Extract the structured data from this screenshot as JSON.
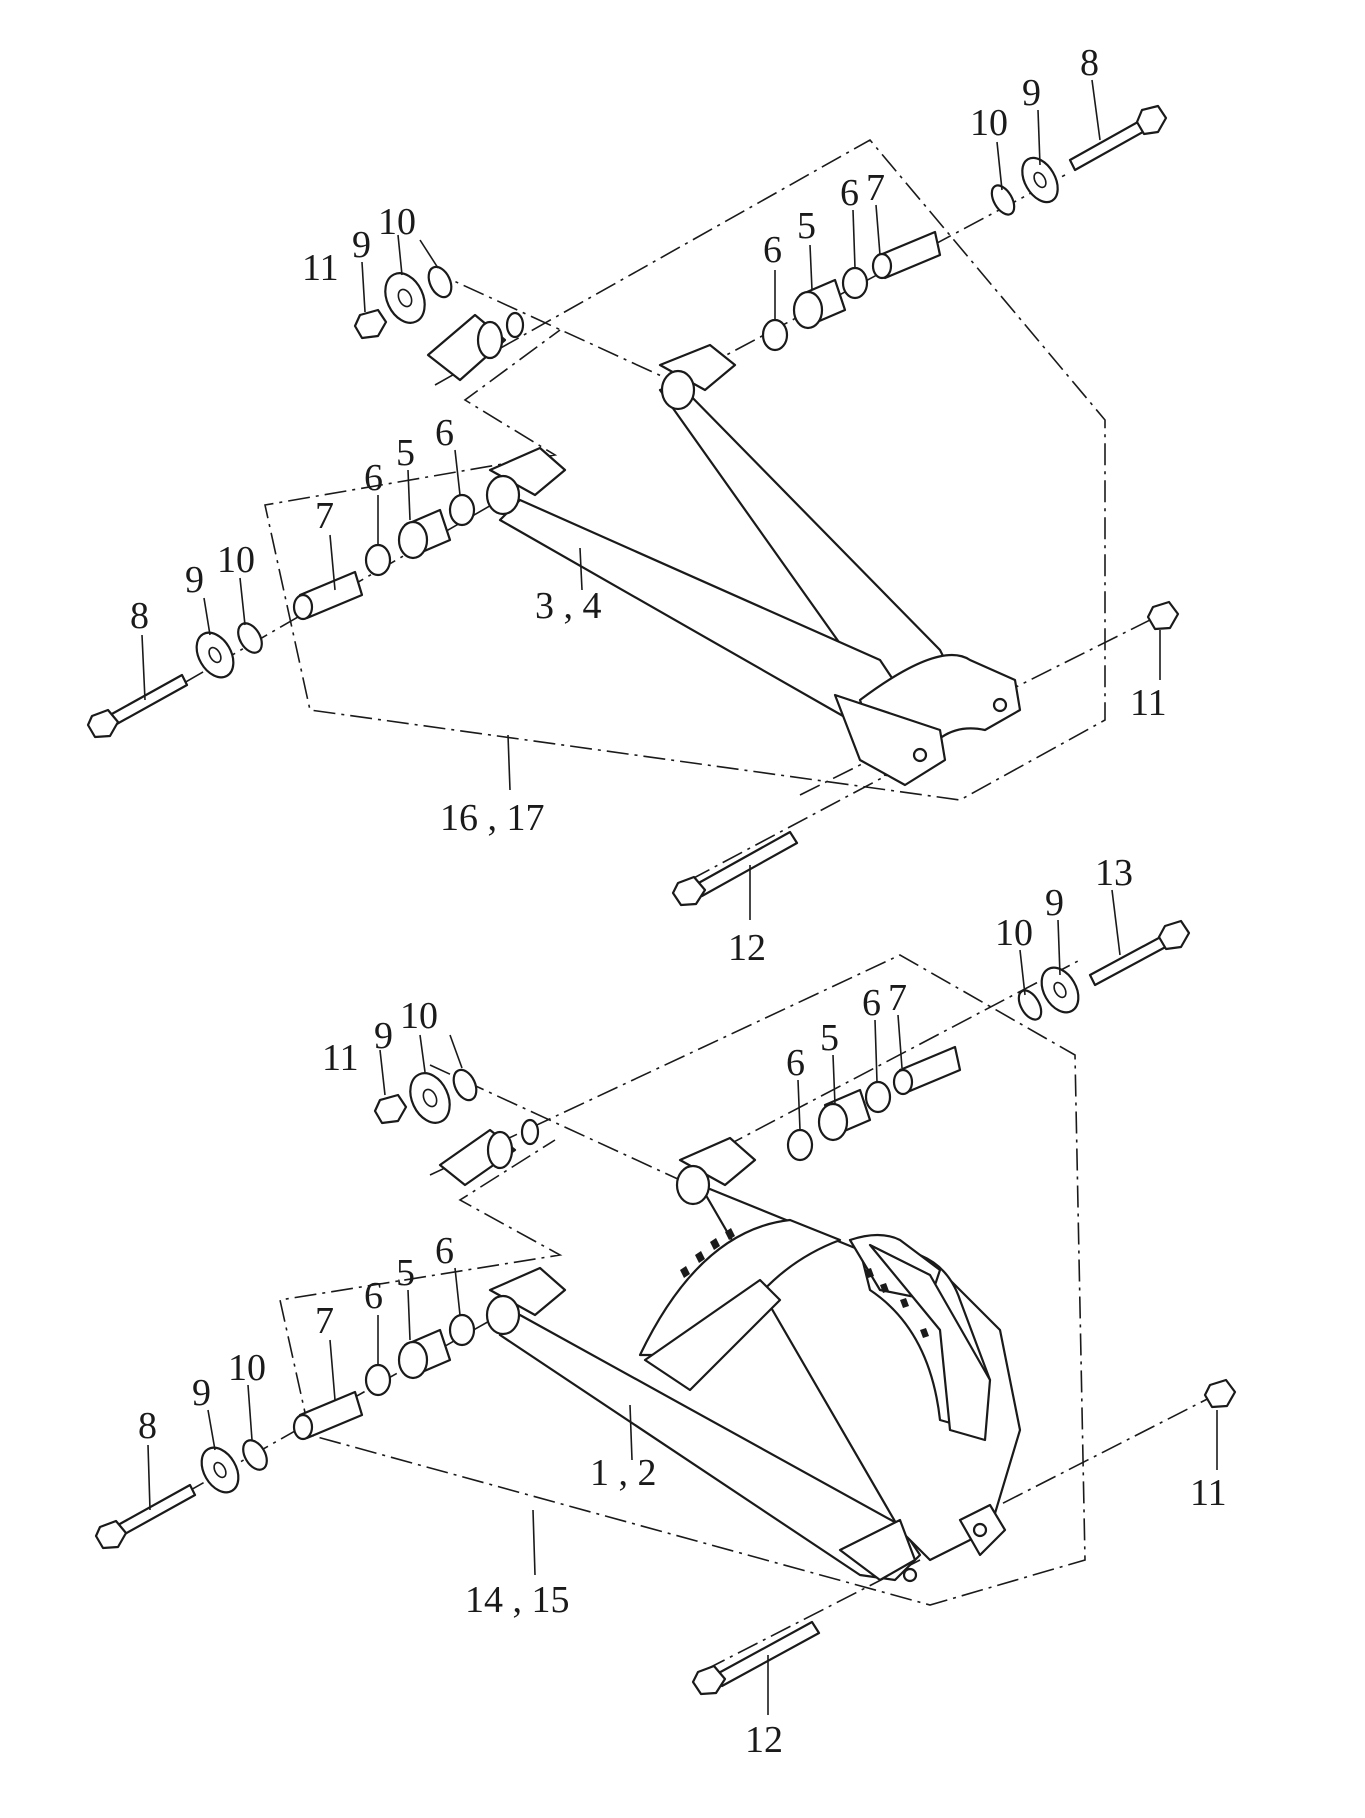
{
  "upper_assembly": {
    "callouts": [
      {
        "id": "u-8-right",
        "text": "8"
      },
      {
        "id": "u-10-right",
        "text": "10"
      },
      {
        "id": "u-9-right",
        "text": "9"
      },
      {
        "id": "u-6-right-a",
        "text": "6"
      },
      {
        "id": "u-5-right",
        "text": "5"
      },
      {
        "id": "u-6-right-b",
        "text": "6"
      },
      {
        "id": "u-7-right",
        "text": "7"
      },
      {
        "id": "u-11-left",
        "text": "11"
      },
      {
        "id": "u-9-left",
        "text": "9"
      },
      {
        "id": "u-10-left",
        "text": "10"
      },
      {
        "id": "u-7-left",
        "text": "7"
      },
      {
        "id": "u-6-left-a",
        "text": "6"
      },
      {
        "id": "u-5-left",
        "text": "5"
      },
      {
        "id": "u-6-left-b",
        "text": "6"
      },
      {
        "id": "u-8-left",
        "text": "8"
      },
      {
        "id": "u-9-far-left",
        "text": "9"
      },
      {
        "id": "u-10-far-left",
        "text": "10"
      },
      {
        "id": "u-arm",
        "text": "3 , 4"
      },
      {
        "id": "u-11-right",
        "text": "11"
      },
      {
        "id": "u-kit",
        "text": "16 , 17"
      },
      {
        "id": "u-12",
        "text": "12"
      }
    ]
  },
  "lower_assembly": {
    "callouts": [
      {
        "id": "l-13",
        "text": "13"
      },
      {
        "id": "l-10-right",
        "text": "10"
      },
      {
        "id": "l-9-right",
        "text": "9"
      },
      {
        "id": "l-6-right-a",
        "text": "6"
      },
      {
        "id": "l-5-right",
        "text": "5"
      },
      {
        "id": "l-6-right-b",
        "text": "6"
      },
      {
        "id": "l-7-right",
        "text": "7"
      },
      {
        "id": "l-11-left",
        "text": "11"
      },
      {
        "id": "l-9-left",
        "text": "9"
      },
      {
        "id": "l-10-left",
        "text": "10"
      },
      {
        "id": "l-7-left",
        "text": "7"
      },
      {
        "id": "l-6-left-a",
        "text": "6"
      },
      {
        "id": "l-5-left",
        "text": "5"
      },
      {
        "id": "l-6-left-b",
        "text": "6"
      },
      {
        "id": "l-8-left",
        "text": "8"
      },
      {
        "id": "l-9-far-left",
        "text": "9"
      },
      {
        "id": "l-10-far-left",
        "text": "10"
      },
      {
        "id": "l-arm",
        "text": "1 , 2"
      },
      {
        "id": "l-11-right",
        "text": "11"
      },
      {
        "id": "l-kit",
        "text": "14 , 15"
      },
      {
        "id": "l-12",
        "text": "12"
      }
    ]
  }
}
